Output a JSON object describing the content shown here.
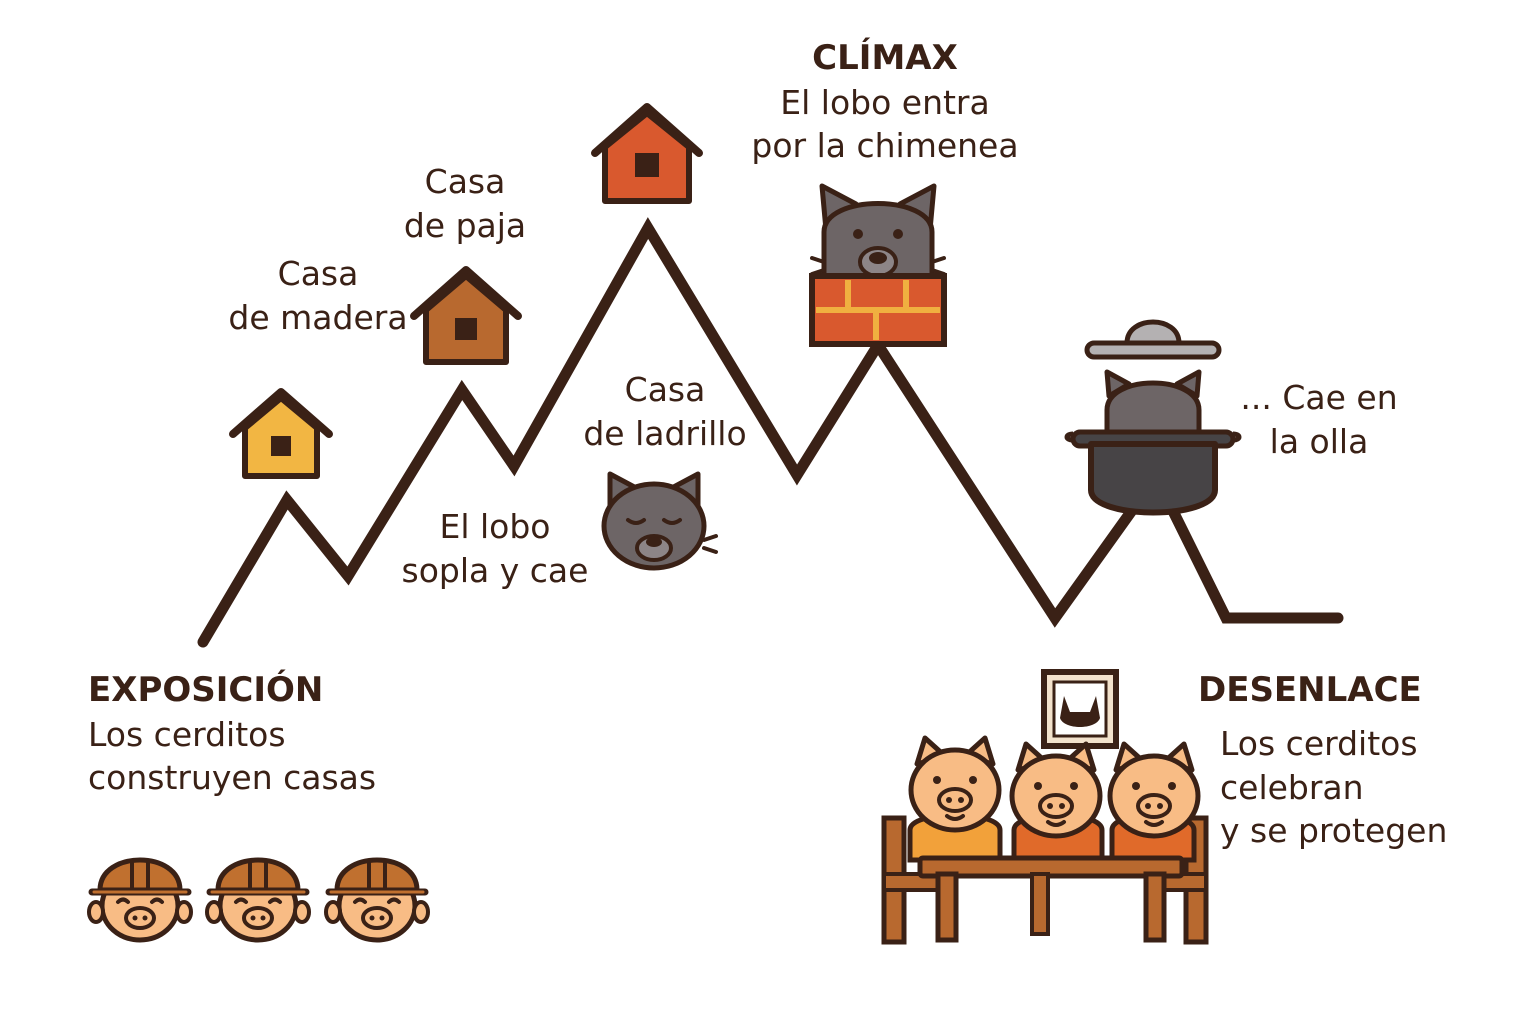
{
  "colors": {
    "ink": "#3a2116",
    "straw": "#f2b643",
    "wood": "#b8692f",
    "brick": "#d9592e",
    "mortar": "#f0b040",
    "wolf": "#6d6566",
    "pig": "#f8bc85",
    "helmet": "#c0702f",
    "pot": "#474446"
  },
  "icons": [
    "house-icon",
    "wolf-icon",
    "pig-icon",
    "pot-icon",
    "brick-chimney-icon",
    "frame-icon",
    "table-icon"
  ],
  "labels": {
    "exposition": {
      "title": "EXPOSICIÓN",
      "line1": "Los cerditos",
      "line2": "construyen casas"
    },
    "wood_house": {
      "line1": "Casa",
      "line2": "de madera"
    },
    "straw_house": {
      "line1": "Casa",
      "line2": "de paja"
    },
    "wolf_blows": {
      "line1": "El lobo",
      "line2": "sopla y cae"
    },
    "brick_house": {
      "line1": "Casa",
      "line2": "de ladrillo"
    },
    "climax": {
      "title": "CLÍMAX",
      "line1": "El lobo entra",
      "line2": "por la chimenea"
    },
    "falls_pot": {
      "line1": "... Cae en",
      "line2": "la olla"
    },
    "ending": {
      "title": "DESENLACE",
      "line1": "Los cerditos",
      "line2": "celebran",
      "line3": "y se protegen"
    }
  }
}
